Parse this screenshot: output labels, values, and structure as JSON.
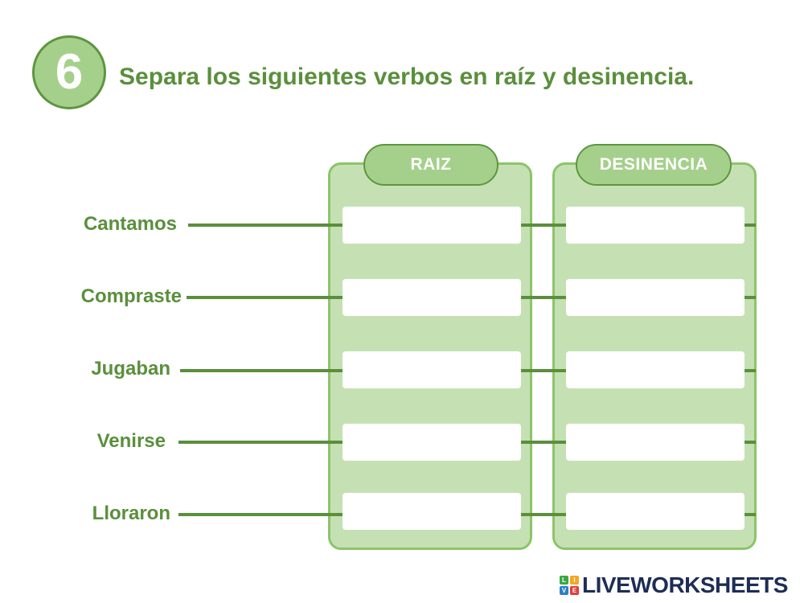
{
  "exercise": {
    "number": "6",
    "instruction": "Separa los siguientes verbos en raíz y desinencia."
  },
  "columns": {
    "raiz_label": "RAIZ",
    "desinencia_label": "DESINENCIA"
  },
  "verbs": [
    "Cantamos",
    "Compraste",
    "Jugaban",
    "Venirse",
    "Lloraron"
  ],
  "answers": {
    "raiz": [
      "",
      "",
      "",
      "",
      ""
    ],
    "desinencia": [
      "",
      "",
      "",
      "",
      ""
    ]
  },
  "brand": {
    "name": "LIVEWORKSHEETS",
    "logo_letters": [
      "L",
      "I",
      "V",
      "E"
    ]
  },
  "colors": {
    "primary_green": "#5a8f3c",
    "light_green": "#a5d08c",
    "column_fill": "#c5e1b3",
    "brand_navy": "#1e2d55"
  }
}
